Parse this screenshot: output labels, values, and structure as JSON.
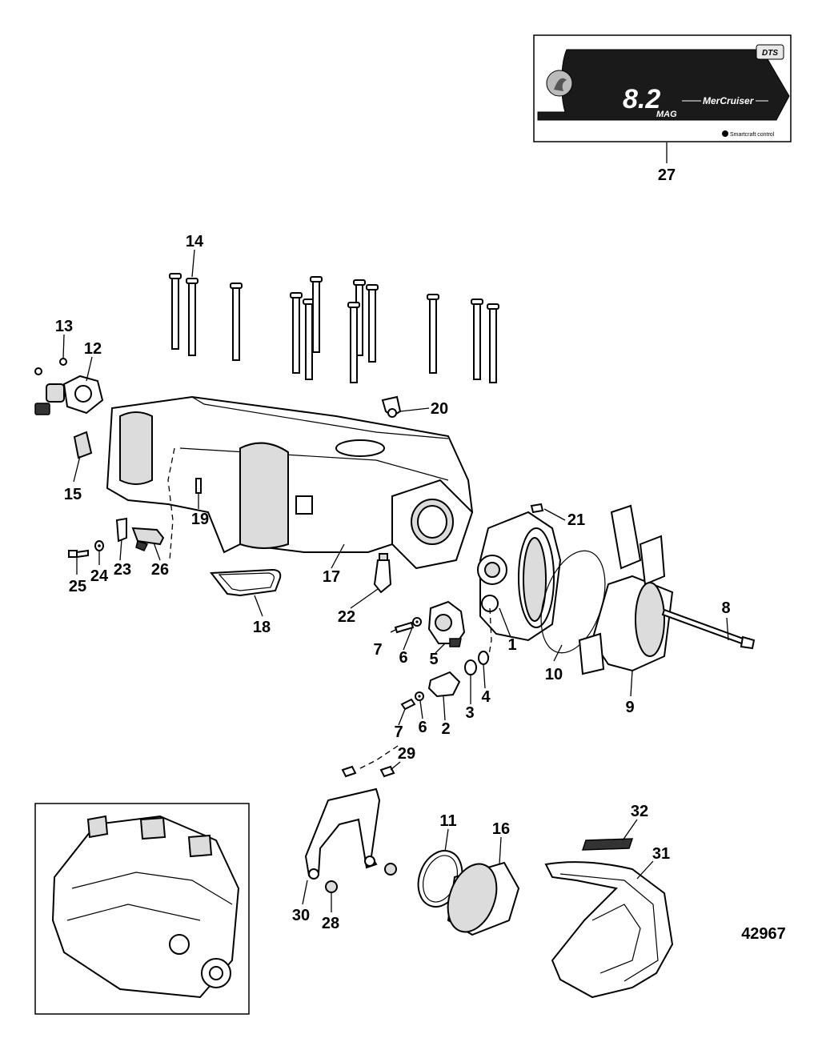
{
  "drawing_number": "42967",
  "decal": {
    "badge": "DTS",
    "model": "8.2",
    "model_sub": "MAG",
    "brand": "MerCruiser",
    "emblem": "Smartcraft control"
  },
  "callouts": [
    "1",
    "2",
    "3",
    "4",
    "5",
    "6",
    "7",
    "8",
    "9",
    "10",
    "11",
    "12",
    "13",
    "14",
    "15",
    "16",
    "17",
    "18",
    "19",
    "20",
    "21",
    "22",
    "23",
    "24",
    "25",
    "26",
    "27",
    "28",
    "29",
    "30",
    "31",
    "32"
  ],
  "callout_duplicates": [
    "6",
    "7"
  ],
  "colors": {
    "line": "#000000",
    "background": "#ffffff",
    "decal_fill": "#1a1a1a"
  }
}
